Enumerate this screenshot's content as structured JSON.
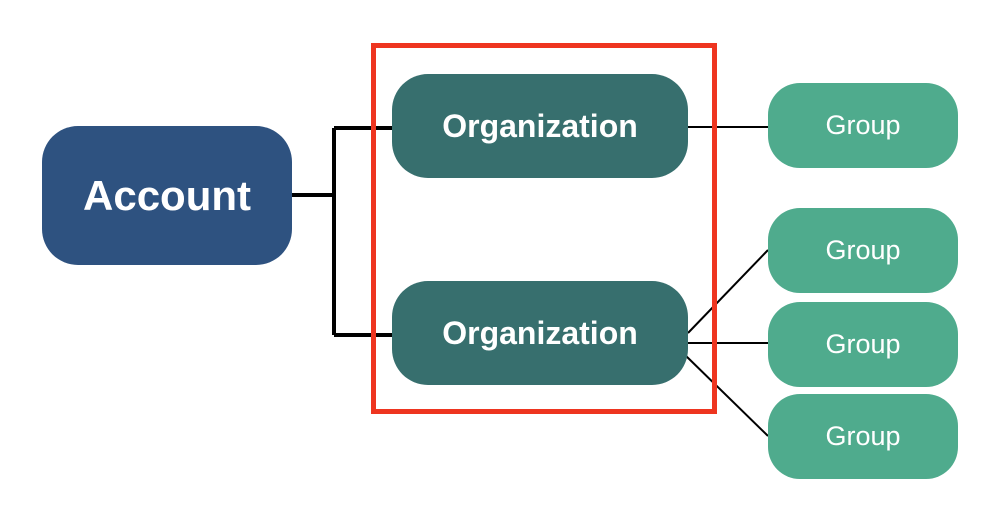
{
  "diagram": {
    "root": {
      "label": "Account"
    },
    "organizations": [
      {
        "label": "Organization"
      },
      {
        "label": "Organization"
      }
    ],
    "groups": [
      {
        "label": "Group",
        "parent": 0
      },
      {
        "label": "Group",
        "parent": 1
      },
      {
        "label": "Group",
        "parent": 1
      },
      {
        "label": "Group",
        "parent": 1
      }
    ]
  },
  "colors": {
    "account": "#2e5280",
    "organization": "#376f6e",
    "group": "#4fab8d",
    "connector": "#000000",
    "highlight": "#ee3520"
  }
}
